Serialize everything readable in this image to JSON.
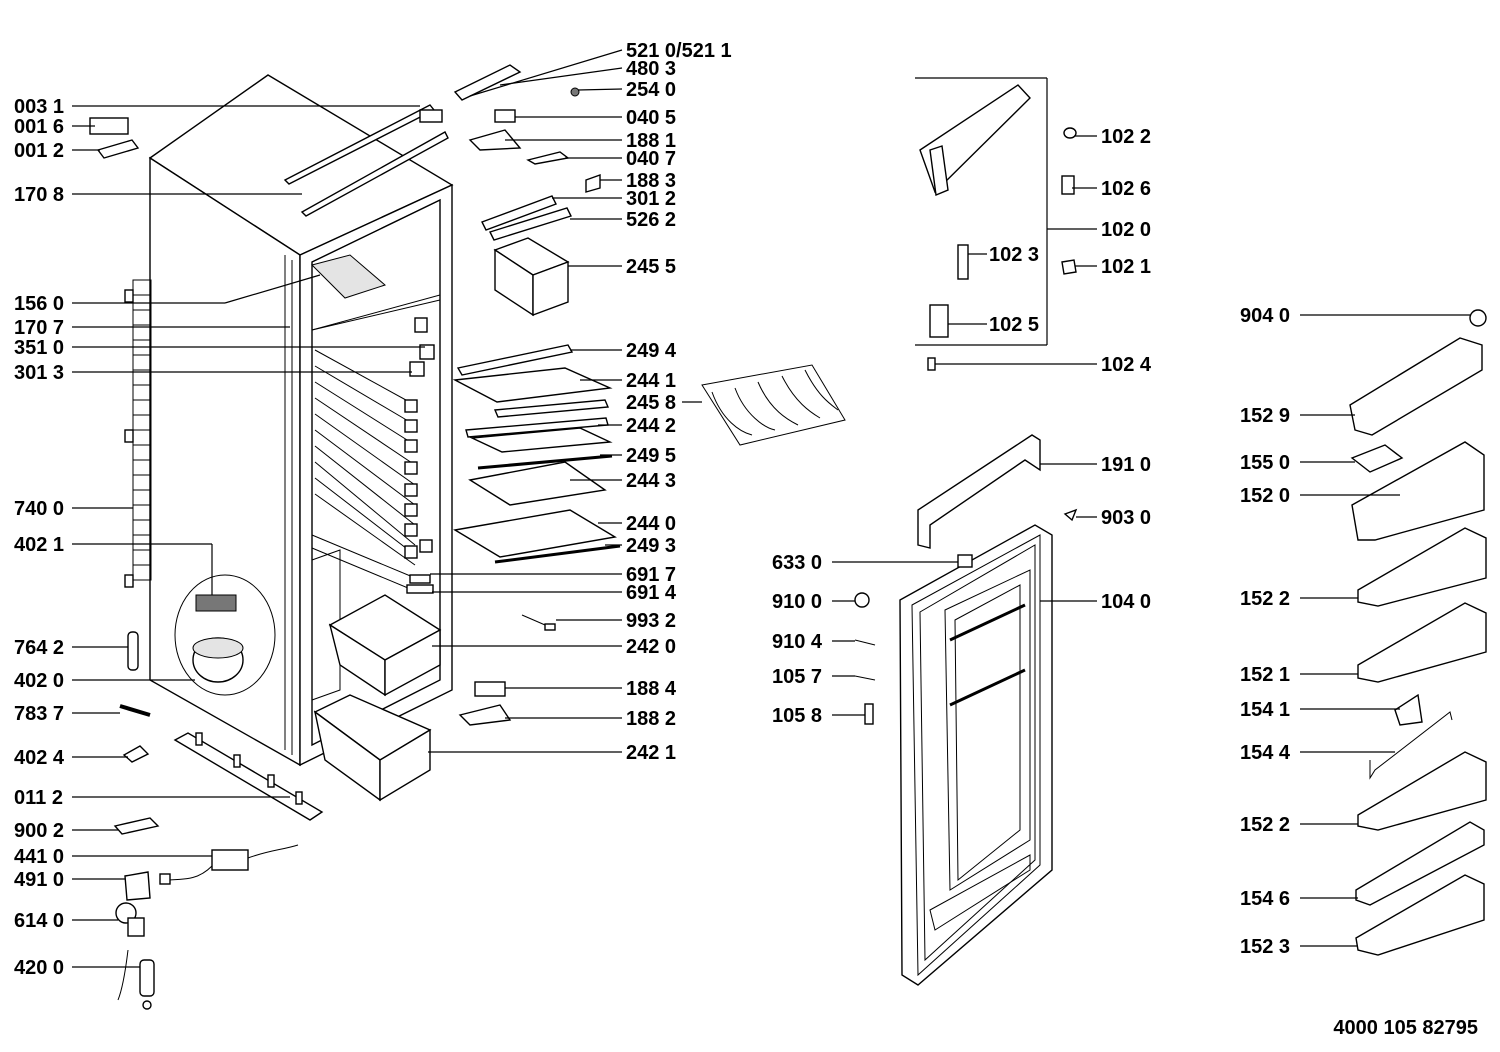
{
  "labels": {
    "l5210": "521 0/521 1",
    "l4803": "480 3",
    "l2540": "254 0",
    "l0031": "003 1",
    "l0016": "001 6",
    "l0012": "001 2",
    "l0405": "040 5",
    "l1881": "188 1",
    "l0407": "040 7",
    "l1883": "188 3",
    "l3012": "301 2",
    "l5262": "526 2",
    "l1708": "170 8",
    "l2455": "245 5",
    "l1560": "156 0",
    "l1707": "170 7",
    "l3510": "351 0",
    "l3013": "301 3",
    "l2494": "249 4",
    "l2441": "244 1",
    "l2458": "245 8",
    "l2442": "244 2",
    "l2495": "249 5",
    "l2443": "244 3",
    "l7400": "740 0",
    "l2440": "244 0",
    "l2493": "249 3",
    "l4021": "402 1",
    "l6917": "691 7",
    "l6914": "691 4",
    "l9932": "993 2",
    "l7642": "764 2",
    "l2420": "242 0",
    "l4020": "402 0",
    "l1884": "188 4",
    "l7837": "783 7",
    "l1882": "188 2",
    "l4024": "402 4",
    "l2421": "242 1",
    "l0112": "011 2",
    "l9002": "900 2",
    "l4410": "441 0",
    "l4910": "491 0",
    "l6140": "614 0",
    "l4200": "420 0",
    "l1022": "102 2",
    "l1026": "102 6",
    "l1020": "102 0",
    "l1023": "102 3",
    "l1021": "102 1",
    "l1025": "102 5",
    "l1024": "102 4",
    "l1910": "191 0",
    "l9030": "903 0",
    "l6330": "633 0",
    "l9100": "910 0",
    "l1040": "104 0",
    "l9104": "910 4",
    "l1057": "105 7",
    "l1058": "105 8",
    "l9040": "904 0",
    "l1529": "152 9",
    "l1550": "155 0",
    "l1520": "152 0",
    "l1522a": "152 2",
    "l1521": "152 1",
    "l1541": "154 1",
    "l1544": "154 4",
    "l1522b": "152 2",
    "l1546": "154 6",
    "l1523": "152 3"
  },
  "document": {
    "number": "4000 105 82795"
  }
}
